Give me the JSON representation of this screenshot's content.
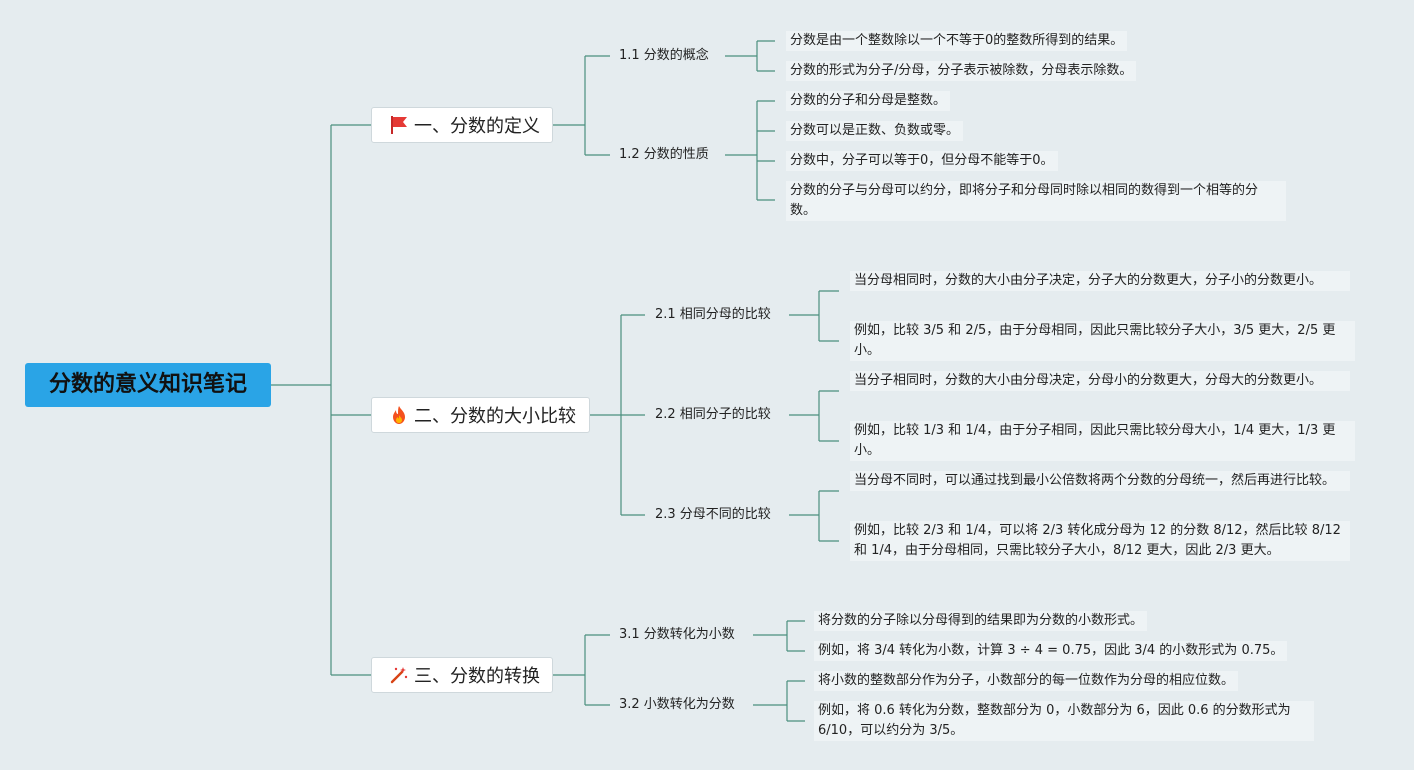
{
  "root": "分数的意义知识笔记",
  "branches": [
    {
      "label": "一、分数的定义",
      "icon": "red-flag-icon",
      "subs": [
        {
          "label": "1.1 分数的概念",
          "leaves": [
            "分数是由一个整数除以一个不等于0的整数所得到的结果。",
            "分数的形式为分子/分母，分子表示被除数，分母表示除数。"
          ]
        },
        {
          "label": "1.2 分数的性质",
          "leaves": [
            "分数的分子和分母是整数。",
            "分数可以是正数、负数或零。",
            "分数中，分子可以等于0，但分母不能等于0。",
            "分数的分子与分母可以约分，即将分子和分母同时除以相同的数得到一个相等的分数。"
          ]
        }
      ]
    },
    {
      "label": "二、分数的大小比较",
      "icon": "fire-icon",
      "subs": [
        {
          "label": "2.1 相同分母的比较",
          "leaves": [
            "当分母相同时，分数的大小由分子决定，分子大的分数更大，分子小的分数更小。",
            "例如，比较 3/5 和 2/5，由于分母相同，因此只需比较分子大小，3/5 更大，2/5 更小。"
          ]
        },
        {
          "label": "2.2 相同分子的比较",
          "leaves": [
            "当分子相同时，分数的大小由分母决定，分母小的分数更大，分母大的分数更小。",
            "例如，比较 1/3 和 1/4，由于分子相同，因此只需比较分母大小，1/4 更大，1/3 更小。"
          ]
        },
        {
          "label": "2.3 分母不同的比较",
          "leaves": [
            "当分母不同时，可以通过找到最小公倍数将两个分数的分母统一，然后再进行比较。",
            "例如，比较 2/3 和 1/4，可以将 2/3 转化成分母为 12 的分数 8/12，然后比较 8/12 和 1/4，由于分母相同，只需比较分子大小，8/12 更大，因此 2/3 更大。"
          ]
        }
      ]
    },
    {
      "label": "三、分数的转换",
      "icon": "magic-wand-icon",
      "subs": [
        {
          "label": "3.1 分数转化为小数",
          "leaves": [
            "将分数的分子除以分母得到的结果即为分数的小数形式。",
            "例如，将 3/4 转化为小数，计算 3 ÷ 4 = 0.75，因此 3/4 的小数形式为 0.75。"
          ]
        },
        {
          "label": "3.2 小数转化为分数",
          "leaves": [
            "将小数的整数部分作为分子，小数部分的每一位数作为分母的相应位数。",
            "例如，将 0.6 转化为分数，整数部分为 0，小数部分为 6，因此 0.6 的分数形式为 6/10，可以约分为 3/5。"
          ]
        }
      ]
    }
  ]
}
